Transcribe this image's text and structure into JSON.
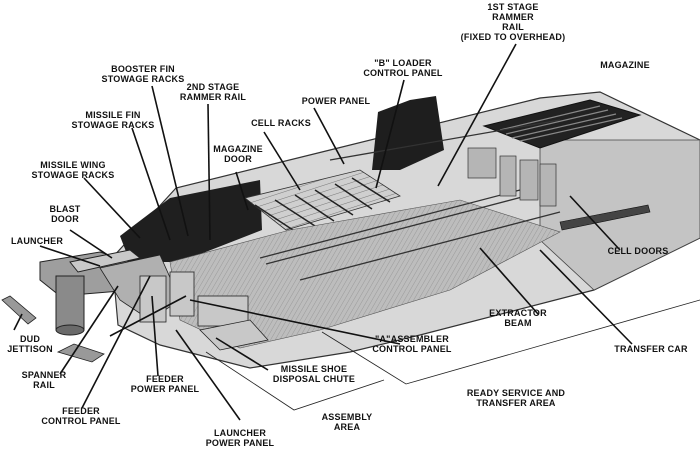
{
  "diagram": {
    "labels": {
      "first_stage_rammer": "1ST STAGE\nRAMMER\nRAIL\n(FIXED TO OVERHEAD)",
      "b_loader": "\"B\" LOADER\nCONTROL PANEL",
      "magazine": "MAGAZINE",
      "booster_fin": "BOOSTER FIN\nSTOWAGE RACKS",
      "second_stage_rammer": "2ND STAGE\nRAMMER RAIL",
      "power_panel": "POWER PANEL",
      "missile_fin": "MISSILE FIN\nSTOWAGE RACKS",
      "cell_racks": "CELL RACKS",
      "magazine_door": "MAGAZINE\nDOOR",
      "missile_wing": "MISSILE WING\nSTOWAGE RACKS",
      "blast_door": "BLAST\nDOOR",
      "launcher": "LAUNCHER",
      "cell_doors": "CELL DOORS",
      "extractor_beam": "EXTRACTOR\nBEAM",
      "dud_jettison": "DUD\nJETTISON",
      "a_assembler": "\"A\"ASSEMBLER\nCONTROL PANEL",
      "transfer_car": "TRANSFER CAR",
      "spanner_rail": "SPANNER\nRAIL",
      "feeder_power": "FEEDER\nPOWER PANEL",
      "missile_shoe": "MISSILE SHOE\nDISPOSAL CHUTE",
      "ready_service": "READY SERVICE AND\nTRANSFER AREA",
      "feeder_control": "FEEDER\nCONTROL PANEL",
      "assembly_area": "ASSEMBLY\nAREA",
      "launcher_power": "LAUNCHER\nPOWER PANEL"
    }
  }
}
